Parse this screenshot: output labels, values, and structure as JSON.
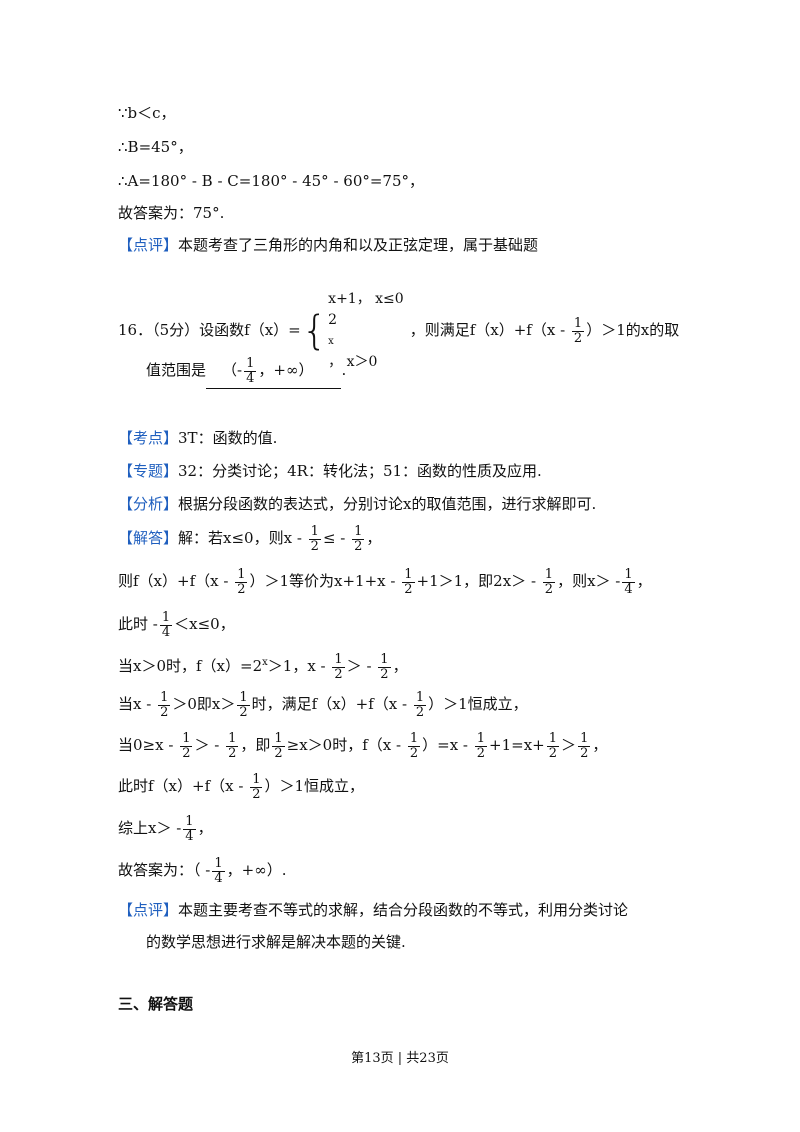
{
  "lines": {
    "because_b_lt_c": "∵b＜c，",
    "therefore_B": "∴B=45°，",
    "therefore_A": "∴A=180° - B - C=180° - 45° - 60°=75°，",
    "answer15_label": "故答案为：",
    "answer15_value": "75°.",
    "comment15_tag": "【点评】",
    "comment15_text": "本题考查了三角形的内角和以及正弦定理，属于基础题"
  },
  "q16": {
    "number": "16．",
    "score": "（5分）设函数f（x）=",
    "piece1": "x+1，  x≤0",
    "piece2_base": "2",
    "piece2_exp": "x",
    "piece2_cond": "，  x＞0",
    "condition_a": "，则满足f（x）+f（x - ",
    "half_num": "1",
    "half_den": "2",
    "condition_b": "）＞1的x的取",
    "range_prefix": "值范围是",
    "range_open": "（",
    "range_minus": "-",
    "quarter_num": "1",
    "quarter_den": "4",
    "range_close": "，+∞）",
    "range_end": "."
  },
  "analysis": {
    "kaodian_tag": "【考点】",
    "kaodian_text": "3T：函数的值.",
    "zhuanti_tag": "【专题】",
    "zhuanti_text": "32：分类讨论；4R：转化法；51：函数的性质及应用.",
    "fenxi_tag": "【分析】",
    "fenxi_text": "根据分段函数的表达式，分别讨论x的取值范围，进行求解即可.",
    "jieda_tag": "【解答】",
    "jieda_a": "解：若x≤0，则x - ",
    "jieda_b": "≤ - ",
    "jieda_c": "，"
  },
  "steps": {
    "s1_a": "则f（x）+f（x - ",
    "s1_b": "）＞1等价为x+1+x - ",
    "s1_c": "+1＞1，即2x＞ - ",
    "s1_d": "，则x＞ -",
    "s1_e": "，",
    "s2_a": "此时 -",
    "s2_b": "＜x≤0，",
    "s3_a": "当x＞0时，f（x）=2",
    "s3_exp": "x",
    "s3_b": "＞1，x - ",
    "s3_c": "＞ - ",
    "s3_d": "，",
    "s4_a": "当x - ",
    "s4_b": "＞0即x＞",
    "s4_c": "时，满足f（x）+f（x - ",
    "s4_d": "）＞1恒成立，",
    "s5_a": "当0≥x - ",
    "s5_b": "＞ - ",
    "s5_c": "，即",
    "s5_d": "≥x＞0时，f（x - ",
    "s5_e": "）=x - ",
    "s5_f": "+1=x+",
    "s5_g": "＞",
    "s5_h": "，",
    "s6_a": "此时f（x）+f（x - ",
    "s6_b": "）＞1恒成立，",
    "s7_a": "综上x＞ -",
    "s7_b": "，",
    "s8_a": "故答案为：（ -",
    "s8_b": "，+∞）."
  },
  "comment16": {
    "tag": "【点评】",
    "line1": "本题主要考查不等式的求解，结合分段函数的不等式，利用分类讨论",
    "line2": "的数学思想进行求解是解决本题的关键."
  },
  "section3": "三、解答题",
  "footer": "第13页 | 共23页"
}
